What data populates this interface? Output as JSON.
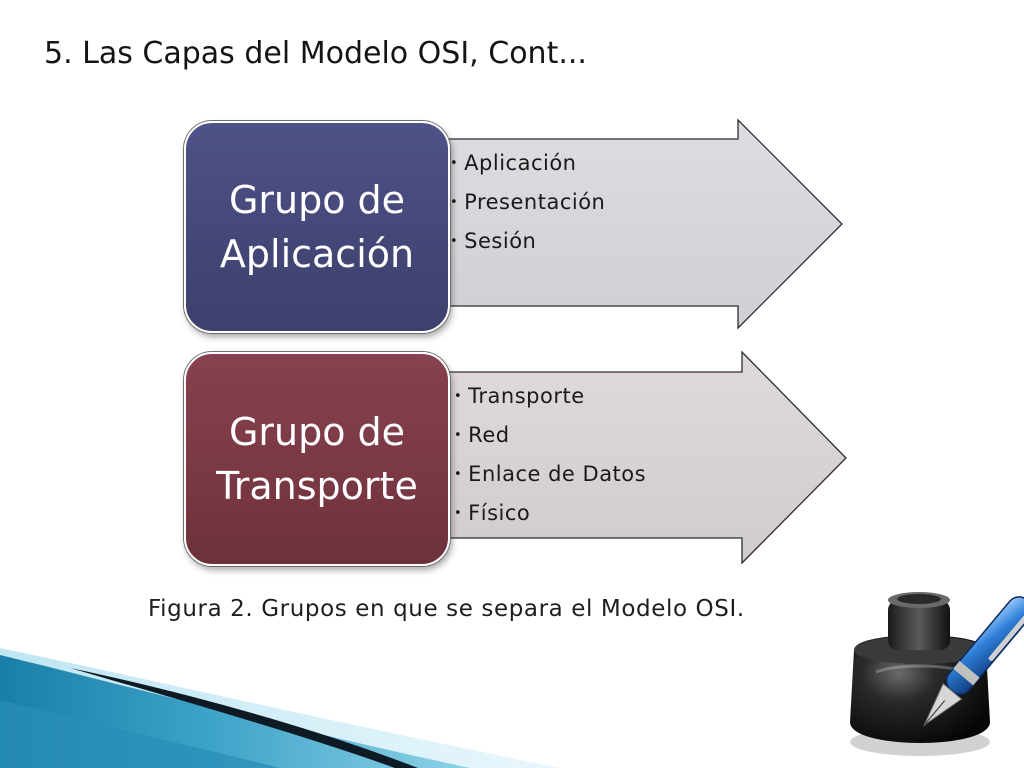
{
  "slide": {
    "title": "5. Las Capas del Modelo OSI, Cont...",
    "caption": "Figura 2. Grupos en que se separa el Modelo OSI."
  },
  "groups": [
    {
      "title_line1": "Grupo de",
      "title_line2": "Aplicación",
      "color": "#454778",
      "arrow_color": "#d3d3d9",
      "items": [
        "Aplicación",
        "Presentación",
        "Sesión"
      ]
    },
    {
      "title_line1": "Grupo de",
      "title_line2": "Transporte",
      "color": "#7a3945",
      "arrow_color": "#d9d2d5",
      "items": [
        "Transporte",
        "Red",
        "Enlace de Datos",
        "Físico"
      ]
    }
  ],
  "bullet_glyph": "•",
  "decorations": {
    "corner_swoosh": "blue-swoosh-graphic",
    "ink_pen": "ink-bottle-and-pen-icon"
  }
}
